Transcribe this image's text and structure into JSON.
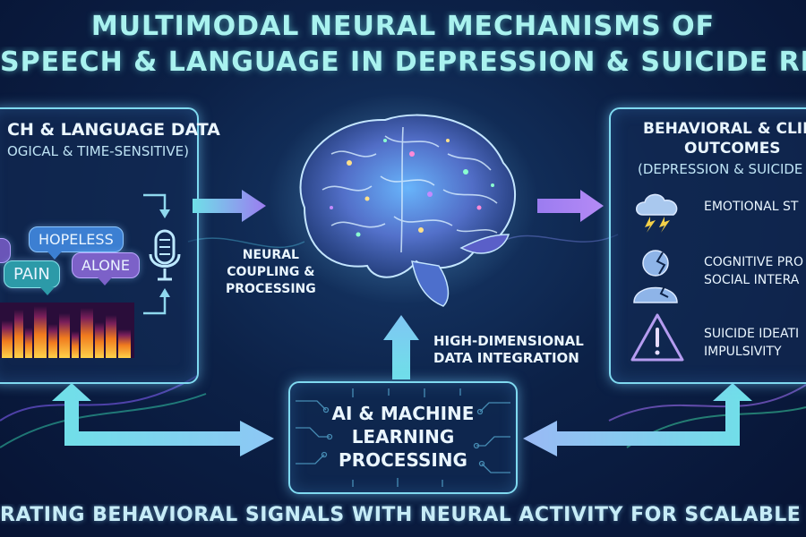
{
  "title": {
    "line1": "MULTIMODAL NEURAL MECHANISMS OF",
    "line2": "SPEECH & LANGUAGE IN DEPRESSION & SUICIDE RISK"
  },
  "left_panel": {
    "heading": "CH & LANGUAGE DATA",
    "subheading": "OGICAL & TIME-SENSITIVE)",
    "words": [
      "HOPELESS",
      "PAIN",
      "ALONE"
    ]
  },
  "center": {
    "coupling_label": [
      "NEURAL",
      "COUPLING &",
      "PROCESSING"
    ],
    "integration_label": [
      "HIGH-DIMENSIONAL",
      "DATA INTEGRATION"
    ],
    "ai_box": [
      "AI & MACHINE",
      "LEARNING",
      "PROCESSING"
    ]
  },
  "right_panel": {
    "heading": [
      "BEHAVIORAL & CLIN",
      "OUTCOMES"
    ],
    "subheading": "(DEPRESSION & SUICIDE",
    "items": [
      {
        "icon": "storm-cloud-icon",
        "lines": [
          "EMOTIONAL ST"
        ]
      },
      {
        "icon": "broken-head-icon",
        "lines": [
          "COGNITIVE PRO",
          "SOCIAL INTERA"
        ]
      },
      {
        "icon": "warning-icon",
        "lines": [
          "SUICIDE IDEATI",
          "IMPULSIVITY"
        ]
      }
    ]
  },
  "footer": "RATING BEHAVIORAL SIGNALS WITH NEURAL ACTIVITY FOR SCALABLE RISK MONIT",
  "colors": {
    "title": "#a9f2ef",
    "panel_border": "#7fd9f0",
    "arrow_start": "#6fe0e8",
    "arrow_end": "#9b7cf0",
    "background": "#0c2147"
  }
}
